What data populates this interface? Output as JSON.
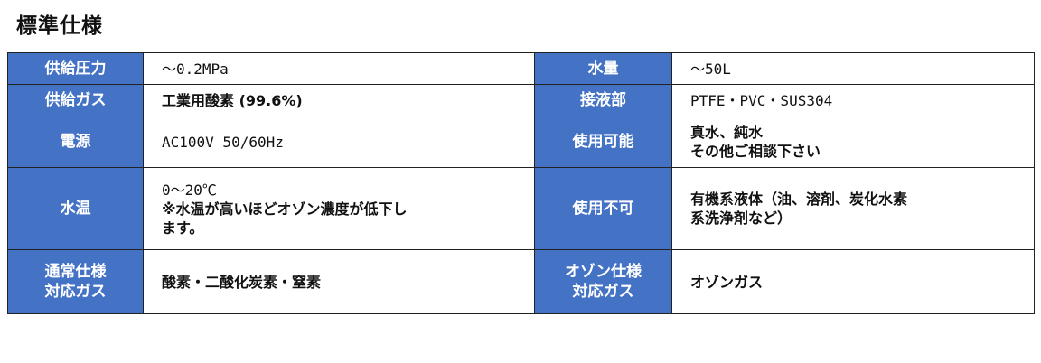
{
  "title": "標準仕様",
  "colors": {
    "header_bg": "#4472c4",
    "header_text": "#ffffff",
    "border": "#222222"
  },
  "rows": [
    {
      "left_label": [
        "供給圧力"
      ],
      "left_value": [
        "～0.2MPa"
      ],
      "right_label": [
        "水量"
      ],
      "right_value": [
        "～50L"
      ]
    },
    {
      "left_label": [
        "供給ガス"
      ],
      "left_value": [
        "工業用酸素 (99.6%)"
      ],
      "right_label": [
        "接液部"
      ],
      "right_value": [
        "PTFE・PVC・SUS304"
      ]
    },
    {
      "left_label": [
        "電源"
      ],
      "left_value": [
        "AC100V 50/60Hz"
      ],
      "right_label": [
        "使用可能"
      ],
      "right_value": [
        "真水、純水",
        "その他ご相談下さい"
      ]
    },
    {
      "left_label": [
        "水温"
      ],
      "left_value": [
        "0～20℃",
        "※水温が高いほどオゾン濃度が低下し",
        "ます。"
      ],
      "right_label": [
        "使用不可"
      ],
      "right_value": [
        "有機系液体（油、溶剤、炭化水素",
        "系洗浄剤など）"
      ]
    },
    {
      "left_label": [
        "通常仕様",
        "対応ガス"
      ],
      "left_value": [
        "酸素・二酸化炭素・窒素"
      ],
      "right_label": [
        "オゾン仕様",
        "対応ガス"
      ],
      "right_value": [
        "オゾンガス"
      ]
    }
  ]
}
